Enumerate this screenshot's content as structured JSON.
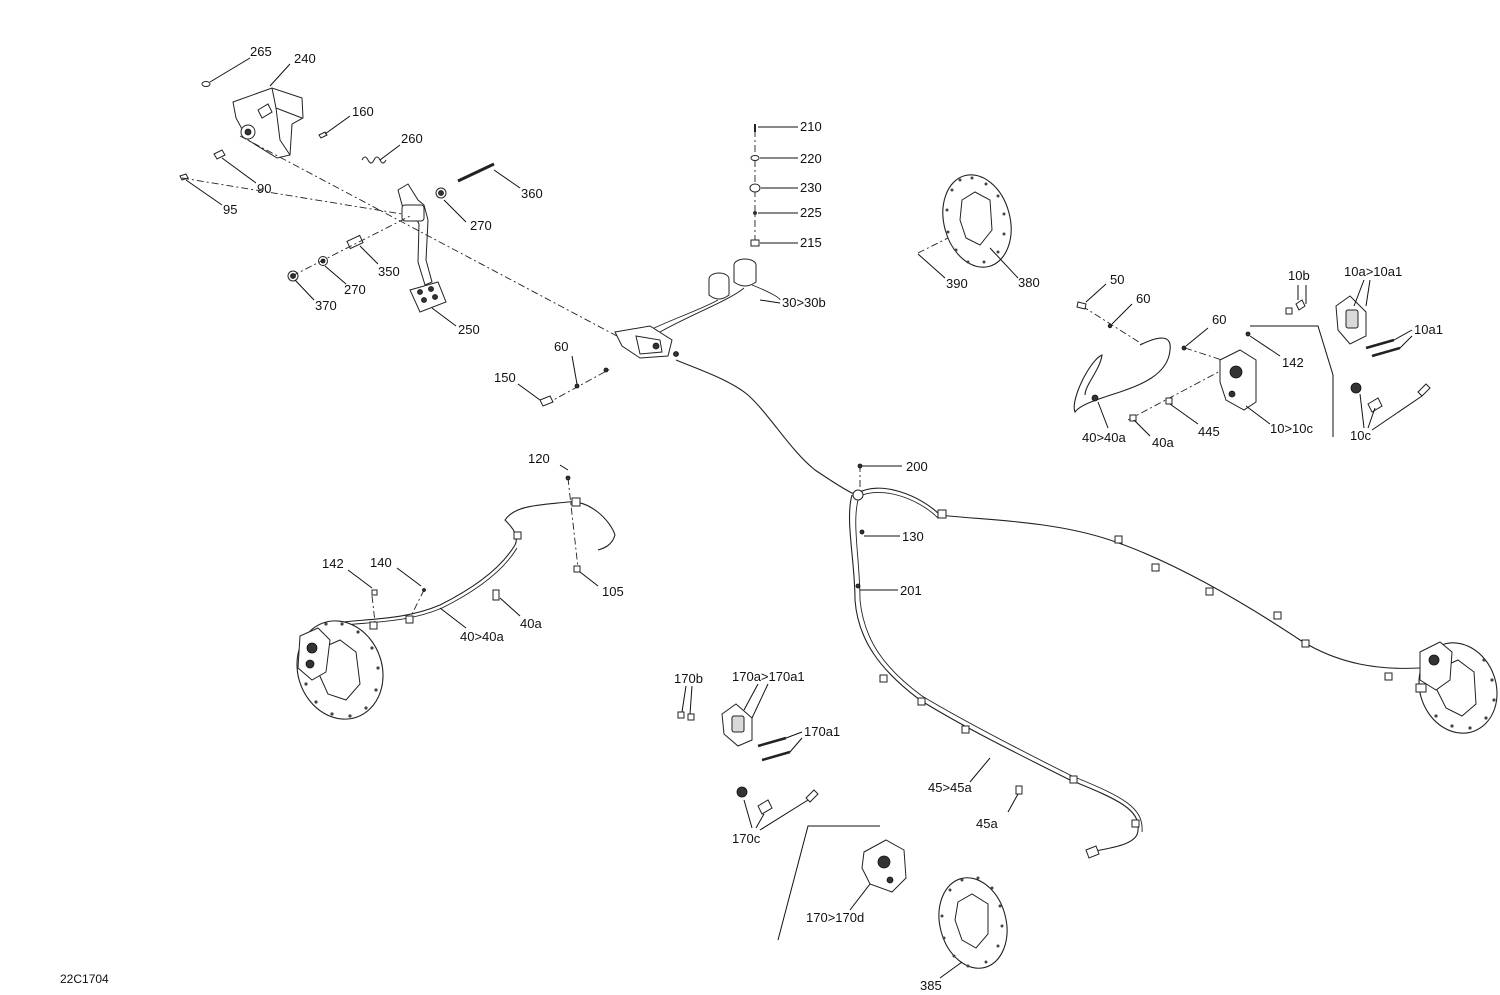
{
  "figure_id": "22C1704",
  "callouts": [
    {
      "id": "c265",
      "text": "265"
    },
    {
      "id": "c240",
      "text": "240"
    },
    {
      "id": "c160",
      "text": "160"
    },
    {
      "id": "c260",
      "text": "260"
    },
    {
      "id": "c90",
      "text": "90"
    },
    {
      "id": "c95",
      "text": "95"
    },
    {
      "id": "c360",
      "text": "360"
    },
    {
      "id": "c270a",
      "text": "270"
    },
    {
      "id": "c350",
      "text": "350"
    },
    {
      "id": "c270b",
      "text": "270"
    },
    {
      "id": "c370",
      "text": "370"
    },
    {
      "id": "c250",
      "text": "250"
    },
    {
      "id": "c210",
      "text": "210"
    },
    {
      "id": "c220",
      "text": "220"
    },
    {
      "id": "c230",
      "text": "230"
    },
    {
      "id": "c225",
      "text": "225"
    },
    {
      "id": "c215",
      "text": "215"
    },
    {
      "id": "c30",
      "text": "30>30b"
    },
    {
      "id": "c60a",
      "text": "60"
    },
    {
      "id": "c150",
      "text": "150"
    },
    {
      "id": "c390",
      "text": "390"
    },
    {
      "id": "c380",
      "text": "380"
    },
    {
      "id": "c50",
      "text": "50"
    },
    {
      "id": "c60b",
      "text": "60"
    },
    {
      "id": "c60c",
      "text": "60"
    },
    {
      "id": "c142a",
      "text": "142"
    },
    {
      "id": "c10b",
      "text": "10b"
    },
    {
      "id": "c10a10a1",
      "text": "10a>10a1"
    },
    {
      "id": "c10a1",
      "text": "10a1"
    },
    {
      "id": "c4040a_r",
      "text": "40>40a"
    },
    {
      "id": "c40a_r",
      "text": "40a"
    },
    {
      "id": "c445",
      "text": "445"
    },
    {
      "id": "c1010c",
      "text": "10>10c"
    },
    {
      "id": "c10c",
      "text": "10c"
    },
    {
      "id": "c200",
      "text": "200"
    },
    {
      "id": "c130",
      "text": "130"
    },
    {
      "id": "c201",
      "text": "201"
    },
    {
      "id": "c120",
      "text": "120"
    },
    {
      "id": "c105",
      "text": "105"
    },
    {
      "id": "c142b",
      "text": "142"
    },
    {
      "id": "c140",
      "text": "140"
    },
    {
      "id": "c40a_l",
      "text": "40a"
    },
    {
      "id": "c4040a_l",
      "text": "40>40a"
    },
    {
      "id": "c170b",
      "text": "170b"
    },
    {
      "id": "c170a170a1",
      "text": "170a>170a1"
    },
    {
      "id": "c170a1",
      "text": "170a1"
    },
    {
      "id": "c170c",
      "text": "170c"
    },
    {
      "id": "c4545a",
      "text": "45>45a"
    },
    {
      "id": "c45a",
      "text": "45a"
    },
    {
      "id": "c170170d",
      "text": "170>170d"
    },
    {
      "id": "c385",
      "text": "385"
    }
  ]
}
